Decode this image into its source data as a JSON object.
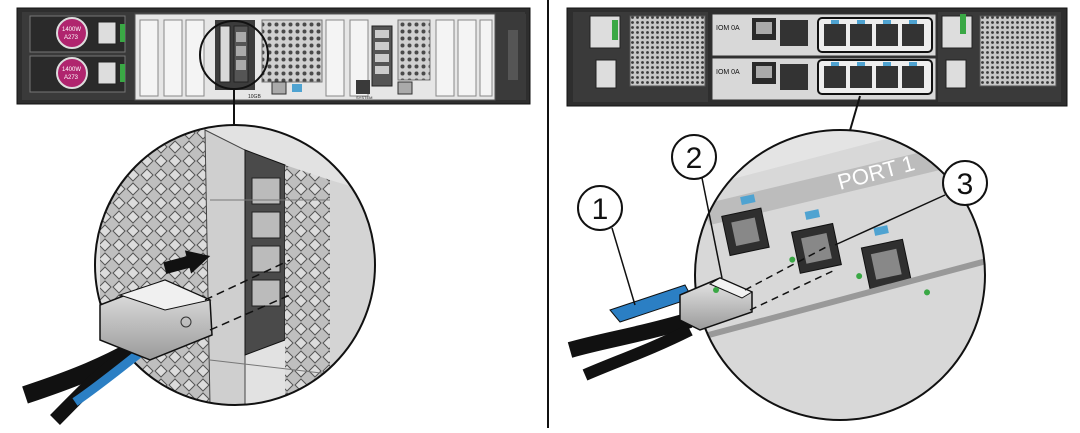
{
  "left_panel": {
    "psu_labels": [
      "1400W",
      "1400W"
    ],
    "psu_sublabels": [
      "A273",
      "A273"
    ],
    "port_labels": [
      "10GB",
      "SYSTEM"
    ]
  },
  "right_panel": {
    "iom_labels": [
      "IOM 0A",
      "IOM 0A"
    ],
    "port_label": "PORT 1",
    "callouts": [
      "1",
      "2",
      "3"
    ]
  },
  "colors": {
    "psu_magenta": "#b0246e",
    "status_green": "#3aa845",
    "cable_blue": "#2b7fc4",
    "port_light_blue": "#4fa3d1",
    "chassis_dark": "#2c2c2c",
    "outline": "#111111"
  }
}
